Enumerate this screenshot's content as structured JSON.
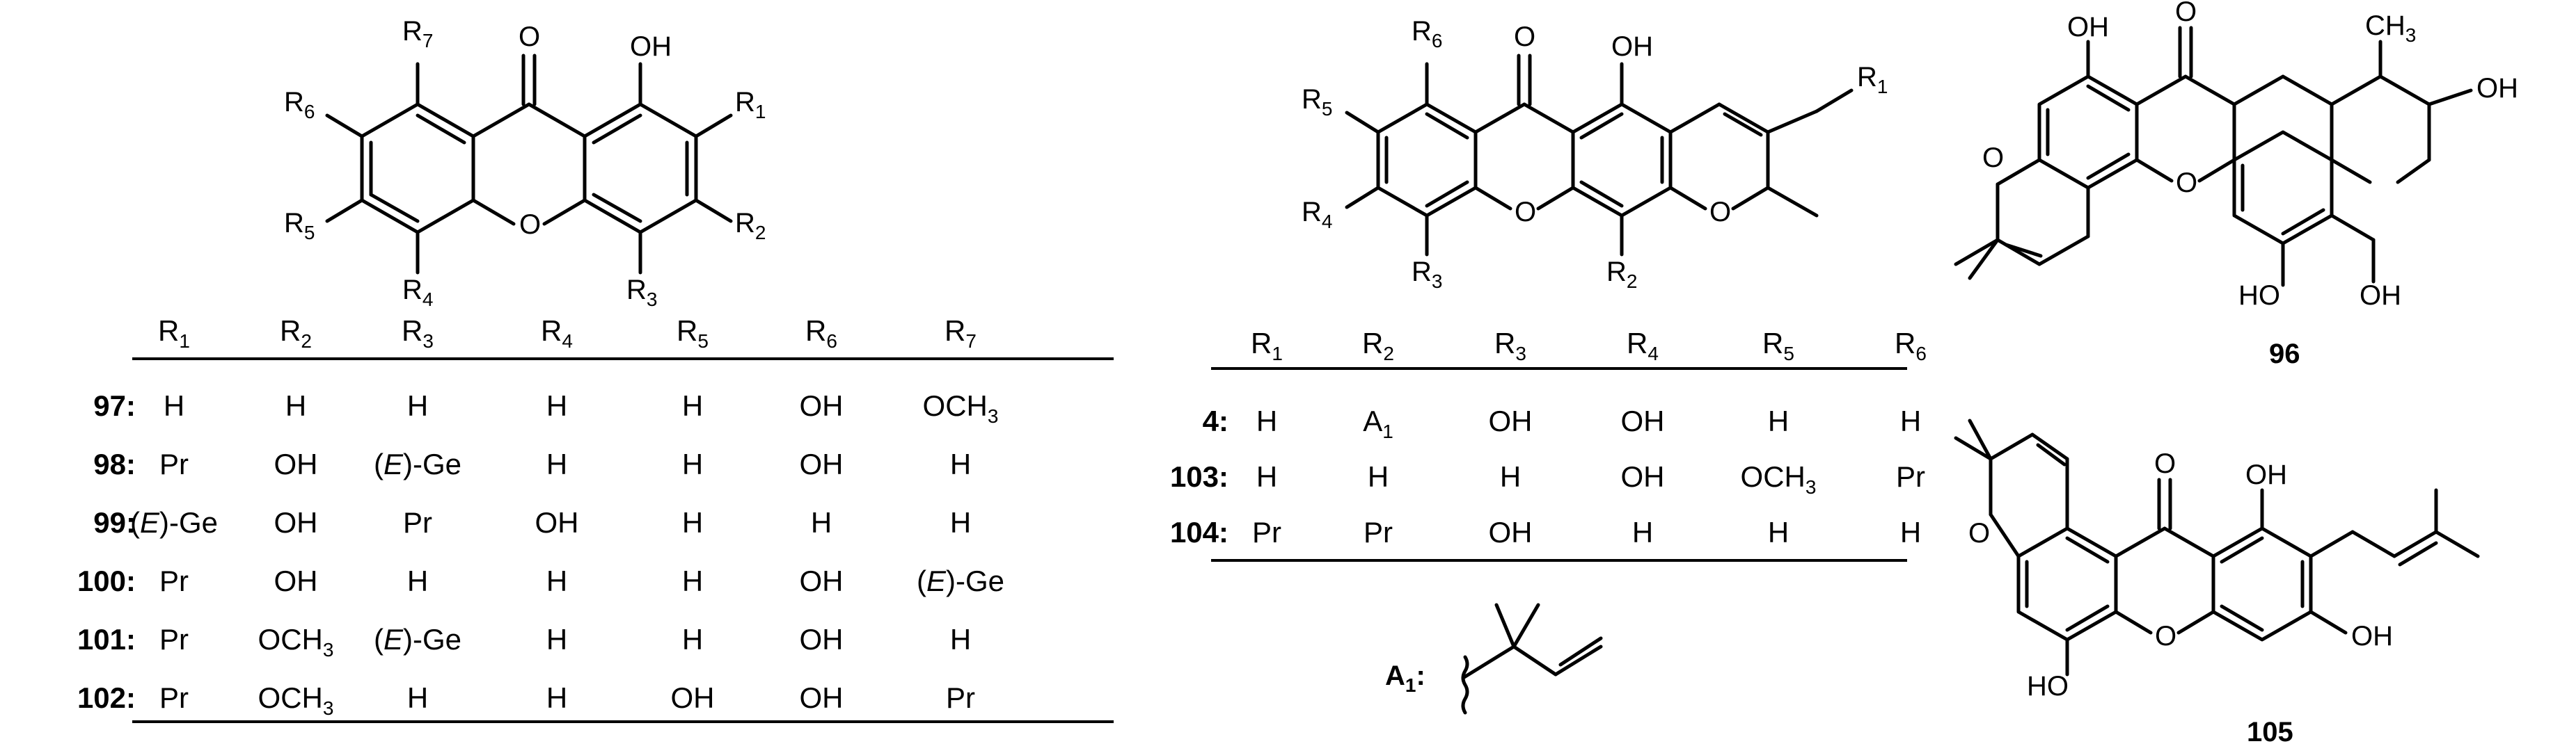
{
  "tables": [
    {
      "name": "xanthone-table",
      "headers": [
        "R1",
        "R2",
        "R3",
        "R4",
        "R5",
        "R6",
        "R7"
      ],
      "rows": [
        {
          "id": "97:",
          "cells": [
            "H",
            "H",
            "H",
            "H",
            "H",
            "OH",
            "OCH3"
          ]
        },
        {
          "id": "98:",
          "cells": [
            "Pr",
            "OH",
            "(E)-Ge",
            "H",
            "H",
            "OH",
            "H"
          ]
        },
        {
          "id": "99:",
          "cells": [
            "(E)-Ge",
            "OH",
            "Pr",
            "OH",
            "H",
            "H",
            "H"
          ]
        },
        {
          "id": "100:",
          "cells": [
            "Pr",
            "OH",
            "H",
            "H",
            "H",
            "OH",
            "(E)-Ge"
          ]
        },
        {
          "id": "101:",
          "cells": [
            "Pr",
            "OCH3",
            "(E)-Ge",
            "H",
            "H",
            "OH",
            "H"
          ]
        },
        {
          "id": "102:",
          "cells": [
            "Pr",
            "OCH3",
            "H",
            "H",
            "OH",
            "OH",
            "Pr"
          ]
        }
      ]
    },
    {
      "name": "pyranoxanthone-table",
      "headers": [
        "R1",
        "R2",
        "R3",
        "R4",
        "R5",
        "R6"
      ],
      "rows": [
        {
          "id": "4:",
          "cells": [
            "H",
            "A1",
            "OH",
            "OH",
            "H",
            "H"
          ]
        },
        {
          "id": "103:",
          "cells": [
            "H",
            "H",
            "H",
            "OH",
            "OCH3",
            "Pr"
          ]
        },
        {
          "id": "104:",
          "cells": [
            "Pr",
            "Pr",
            "OH",
            "H",
            "H",
            "H"
          ]
        }
      ]
    }
  ],
  "structures": {
    "xanthone_labels": [
      "O",
      "OH",
      "R1",
      "R2",
      "R3",
      "R4",
      "R5",
      "R6",
      "R7",
      "O"
    ],
    "pyrano_labels": [
      "O",
      "OH",
      "R1",
      "R2",
      "R3",
      "R4",
      "R5",
      "R6",
      "O",
      "O"
    ],
    "compound_96": {
      "id": "96",
      "labels": [
        "OH",
        "O",
        "CH3",
        "OH",
        "O",
        "O",
        "HO",
        "OH"
      ]
    },
    "compound_105": {
      "id": "105",
      "labels": [
        "O",
        "OH",
        "O",
        "HO",
        "O",
        "OH"
      ]
    },
    "substituent_A1": {
      "id": "A1:"
    }
  }
}
